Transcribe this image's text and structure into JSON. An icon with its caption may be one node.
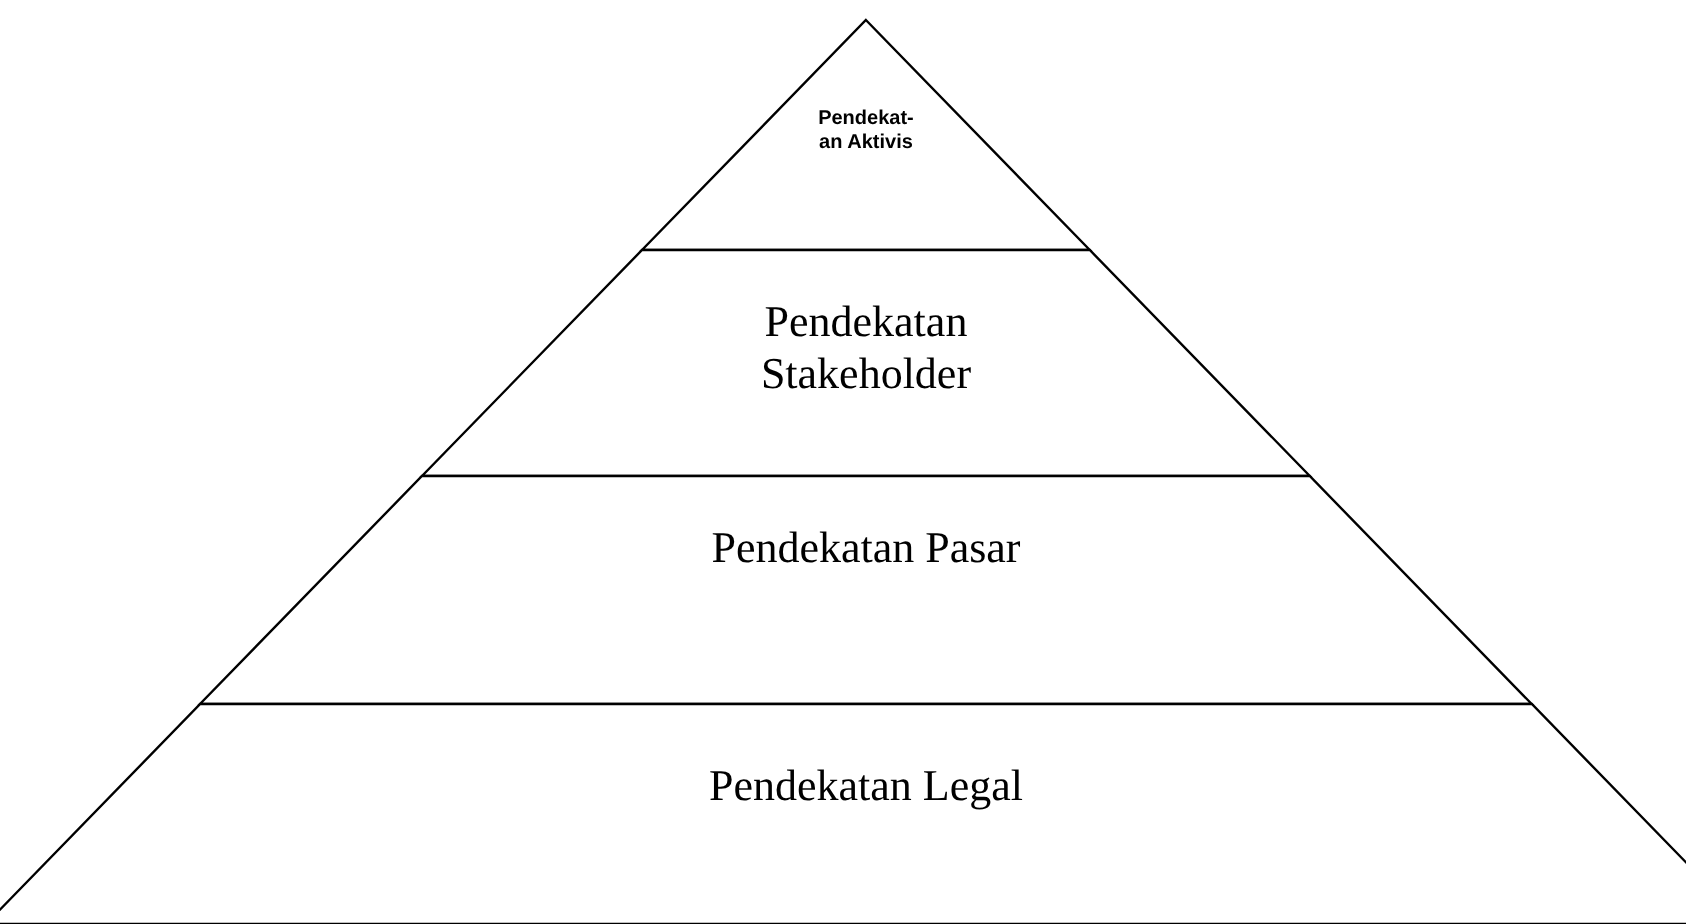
{
  "diagram": {
    "nodes": [
      {
        "text": [
          "Pendekat- an Aktivis"
        ]
      },
      {
        "text": [
          "Pendekatan Stakeholder"
        ]
      },
      {
        "text": [
          "Pendekatan Pasar"
        ]
      },
      {
        "text": [
          "Pendekatan Legal"
        ]
      }
    ]
  }
}
